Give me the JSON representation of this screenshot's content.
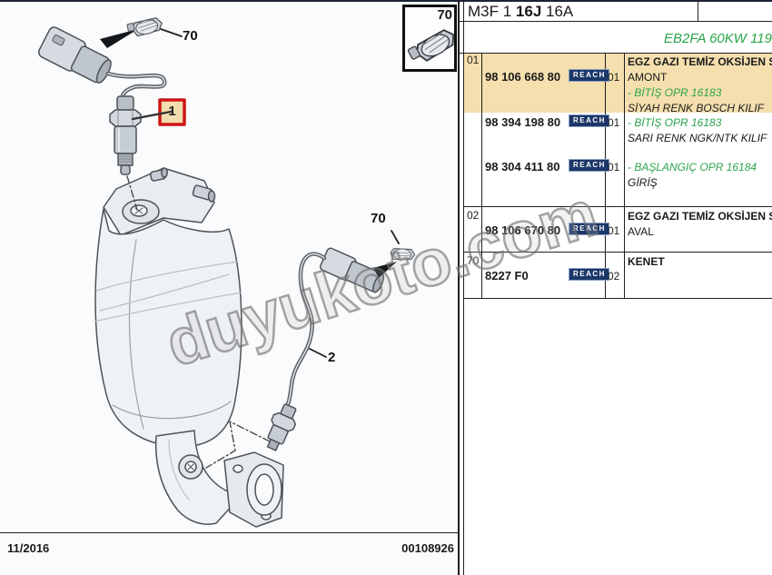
{
  "header": {
    "title_prefix": "M3F 1 ",
    "title_bold": "16J",
    "title_suffix": " 16A",
    "engine_code": "EB2FA 60KW 119"
  },
  "table": {
    "reach_label": "REACH",
    "groups": [
      {
        "ref": "01",
        "rows": [
          {
            "part": "98 106 668 80",
            "qty": "01",
            "lines": [
              "EGZ GAZI TEMİZ OKSİJEN SO",
              "AMONT",
              "- BİTİŞ OPR 16183",
              "SİYAH RENK BOSCH KILIF"
            ]
          },
          {
            "part": "98 394 198 80",
            "qty": "01",
            "lines": [
              "- BİTİŞ OPR 16183",
              "SARI RENK NGK/NTK KILIF"
            ]
          },
          {
            "part": "98 304 411 80",
            "qty": "01",
            "lines": [
              "- BAŞLANGIÇ OPR 16184",
              "GİRİŞ"
            ]
          }
        ]
      },
      {
        "ref": "02",
        "rows": [
          {
            "part": "98 106 670 80",
            "qty": "01",
            "lines": [
              "EGZ GAZI TEMİZ OKSİJEN SO",
              "AVAL"
            ]
          }
        ]
      },
      {
        "ref": "70",
        "rows": [
          {
            "part": "8227 F0",
            "qty": "02",
            "lines": [
              "KENET"
            ]
          }
        ]
      }
    ]
  },
  "diagram": {
    "callouts": {
      "part1": "1",
      "part2": "2",
      "clip_top": "70",
      "clip_right": "70",
      "inset": "70"
    },
    "footer": {
      "date": "11/2016",
      "doc_number": "00108926"
    }
  },
  "watermark": "duyukoto.com",
  "colors": {
    "highlight_row": "#f5dfae",
    "callout_red": "#d01414",
    "reach_badge": "#1c3768",
    "revision_green": "#2aa44b"
  }
}
